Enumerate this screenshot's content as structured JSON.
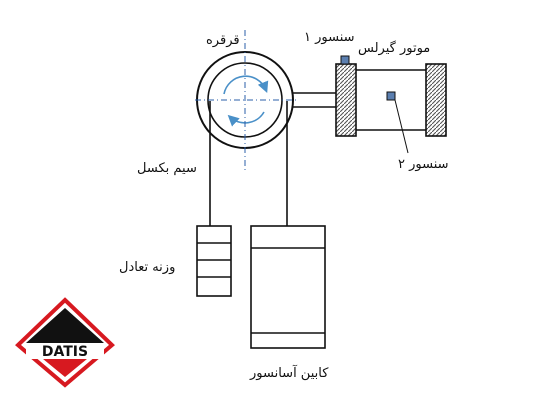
{
  "labels": {
    "pulley": "قرقره",
    "sensor1": "سنسور ۱",
    "gearless_motor": "موتور گیرلس",
    "sensor2": "سنسور ۲",
    "steel_cable": "سیم بکسل",
    "counterweight": "وزنه تعادل",
    "elevator_cabin": "کابین آسانسور"
  },
  "logo": {
    "text": "DATIS"
  },
  "colors": {
    "line": "#111111",
    "rotation_arrow": "#4a90c8",
    "centerline": "#2b5fa8",
    "sensor_fill": "#5b7fb0",
    "hatch": "#555555",
    "logo_red": "#d71920",
    "logo_black": "#111111"
  }
}
